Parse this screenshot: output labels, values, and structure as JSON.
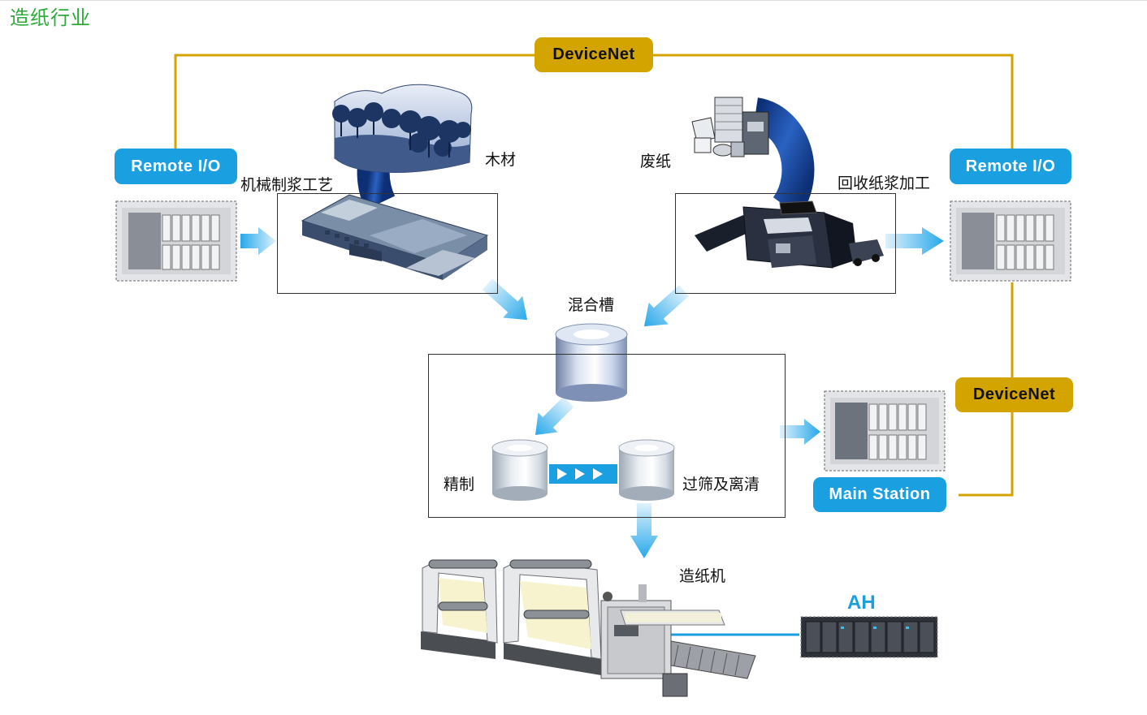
{
  "title": "造纸行业",
  "network": {
    "devicenet_top": "DeviceNet",
    "devicenet_right": "DeviceNet",
    "remote_io_left": "Remote I/O",
    "remote_io_right": "Remote I/O",
    "main_station": "Main Station",
    "ah": "AH"
  },
  "process": {
    "wood": "木材",
    "mechanical_pulping": "机械制浆工艺",
    "waste_paper": "废纸",
    "recycled_pulp": "回收纸浆加工",
    "mixing_tank": "混合槽",
    "refining": "精制",
    "screening": "过筛及离清",
    "paper_machine": "造纸机"
  },
  "colors": {
    "title_green": "#2eaa3a",
    "pill_blue": "#1a9fe0",
    "devicenet_gold": "#d3a300",
    "arrow_blue": "#3bb2ee",
    "arc_blue": "#1e4fa0"
  }
}
